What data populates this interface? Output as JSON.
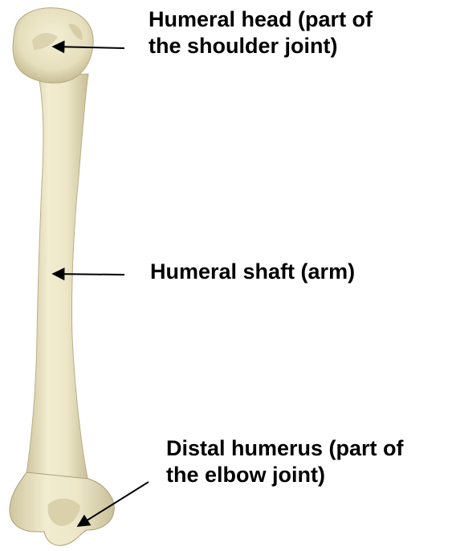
{
  "labels": {
    "head": {
      "line1": "Humeral head (part of",
      "line2": "the shoulder joint)"
    },
    "shaft": {
      "line1": "Humeral shaft (arm)"
    },
    "distal": {
      "line1": "Distal humerus (part of",
      "line2": "the elbow joint)"
    }
  },
  "colors": {
    "bone_fill": "#EDE7C8",
    "bone_shade": "#CFC6A0",
    "bone_dark": "#A89E78",
    "arrow": "#000000",
    "background": "#FFFFFF"
  }
}
